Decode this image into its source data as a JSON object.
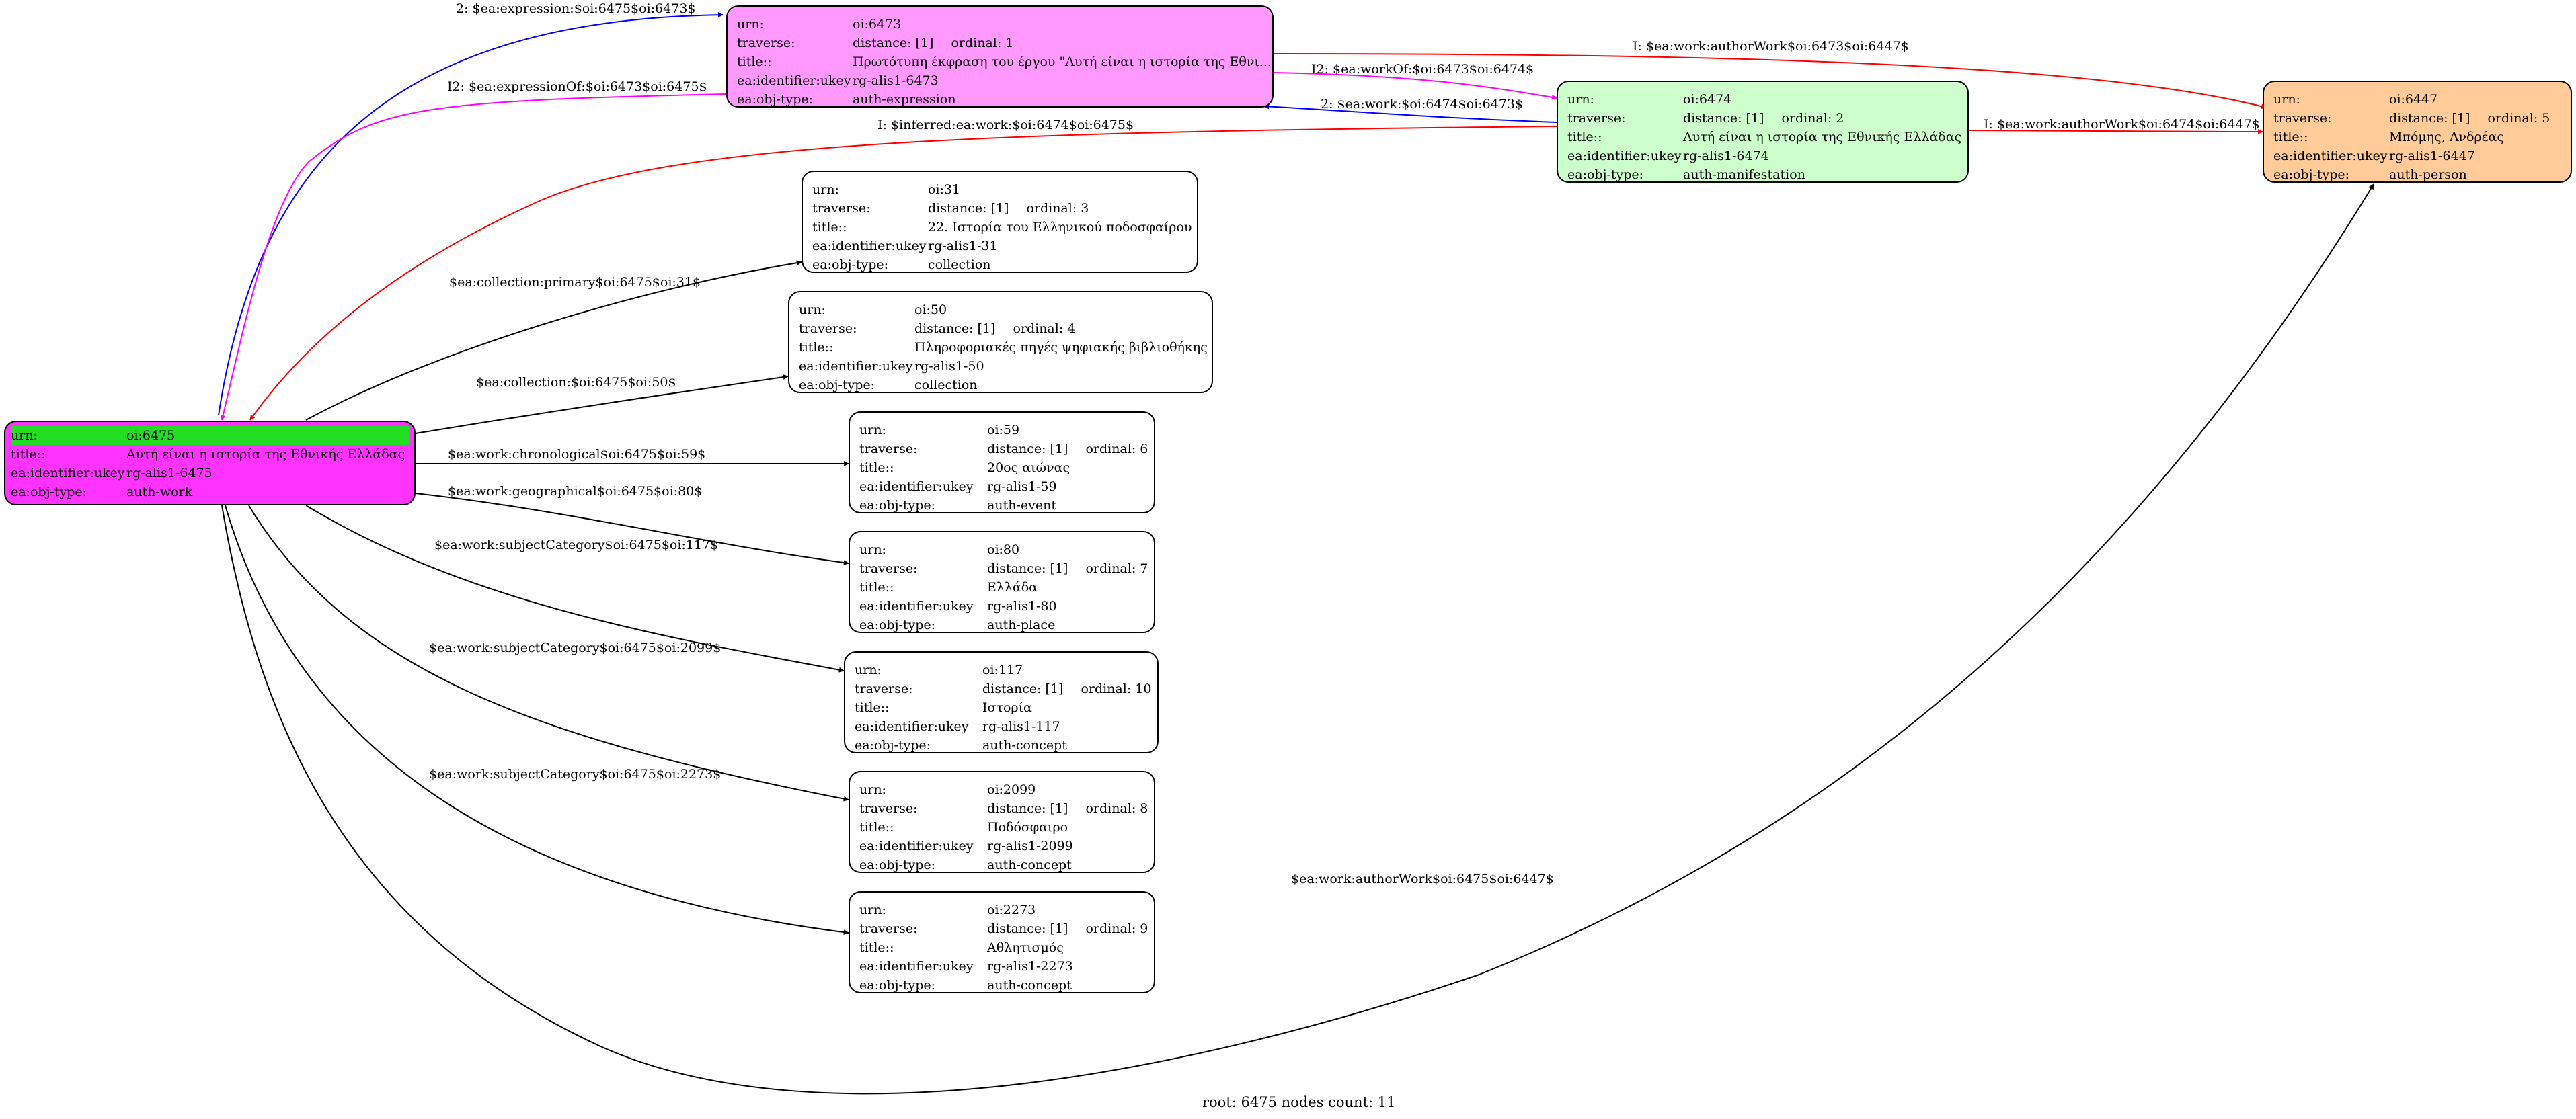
{
  "root": {
    "id": "n6475",
    "color": "#ff33ff",
    "highlight": "#22dd22",
    "rows": [
      {
        "k": "urn:",
        "v": "oi:6475"
      },
      {
        "k": "title::",
        "v": "Αυτή είναι η ιστορία της Εθνικής Ελλάδας"
      },
      {
        "k": "ea:identifier:ukey",
        "v": "rg-alis1-6475"
      },
      {
        "k": "ea:obj-type:",
        "v": "auth-work"
      }
    ]
  },
  "nodes": [
    {
      "id": "n6473",
      "color": "#ff99ff",
      "urn": "oi:6473",
      "distance": "distance: [1]",
      "ordinal": "ordinal: 1",
      "title": "Πρωτότυπη έκφραση του έργου \"Αυτή είναι η ιστορία της Εθνι...",
      "ukey": "rg-alis1-6473",
      "objtype": "auth-expression"
    },
    {
      "id": "n6474",
      "color": "#ccffcc",
      "urn": "oi:6474",
      "distance": "distance: [1]",
      "ordinal": "ordinal: 2",
      "title": "Αυτή είναι η ιστορία της Εθνικής Ελλάδας",
      "ukey": "rg-alis1-6474",
      "objtype": "auth-manifestation"
    },
    {
      "id": "n6447",
      "color": "#ffcc99",
      "urn": "oi:6447",
      "distance": "distance: [1]",
      "ordinal": "ordinal: 5",
      "title": "Μπόμης, Ανδρέας",
      "ukey": "rg-alis1-6447",
      "objtype": "auth-person"
    },
    {
      "id": "n31",
      "color": "#ffffff",
      "urn": "oi:31",
      "distance": "distance: [1]",
      "ordinal": "ordinal: 3",
      "title": "22. Ιστορία του Ελληνικού ποδοσφαίρου",
      "ukey": "rg-alis1-31",
      "objtype": "collection"
    },
    {
      "id": "n50",
      "color": "#ffffff",
      "urn": "oi:50",
      "distance": "distance: [1]",
      "ordinal": "ordinal: 4",
      "title": "Πληροφοριακές πηγές ψηφιακής βιβλιοθήκης",
      "ukey": "rg-alis1-50",
      "objtype": "collection"
    },
    {
      "id": "n59",
      "color": "#ffffff",
      "urn": "oi:59",
      "distance": "distance: [1]",
      "ordinal": "ordinal: 6",
      "title": "20ος αιώνας",
      "ukey": "rg-alis1-59",
      "objtype": "auth-event"
    },
    {
      "id": "n80",
      "color": "#ffffff",
      "urn": "oi:80",
      "distance": "distance: [1]",
      "ordinal": "ordinal: 7",
      "title": "Ελλάδα",
      "ukey": "rg-alis1-80",
      "objtype": "auth-place"
    },
    {
      "id": "n117",
      "color": "#ffffff",
      "urn": "oi:117",
      "distance": "distance: [1]",
      "ordinal": "ordinal: 10",
      "title": "Ιστορία",
      "ukey": "rg-alis1-117",
      "objtype": "auth-concept"
    },
    {
      "id": "n2099",
      "color": "#ffffff",
      "urn": "oi:2099",
      "distance": "distance: [1]",
      "ordinal": "ordinal: 8",
      "title": "Ποδόσφαιρο",
      "ukey": "rg-alis1-2099",
      "objtype": "auth-concept"
    },
    {
      "id": "n2273",
      "color": "#ffffff",
      "urn": "oi:2273",
      "distance": "distance: [1]",
      "ordinal": "ordinal: 9",
      "title": "Αθλητισμός",
      "ukey": "rg-alis1-2273",
      "objtype": "auth-concept"
    }
  ],
  "keys": {
    "urn": "urn:",
    "traverse": "traverse:",
    "title": "title::",
    "ukey": "ea:identifier:ukey",
    "objtype": "ea:obj-type:"
  },
  "edges": [
    {
      "id": "e1",
      "label": "2: $ea:expression:$oi:6475$oi:6473$",
      "color": "#0000ff"
    },
    {
      "id": "e2",
      "label": "I2: $ea:expressionOf:$oi:6473$oi:6475$",
      "color": "#ff00ff"
    },
    {
      "id": "e3",
      "label": "I: $ea:work:authorWork$oi:6473$oi:6447$",
      "color": "#ff0000"
    },
    {
      "id": "e4",
      "label": "I2: $ea:workOf:$oi:6473$oi:6474$",
      "color": "#ff00ff"
    },
    {
      "id": "e5",
      "label": "2: $ea:work:$oi:6474$oi:6473$",
      "color": "#0000ff"
    },
    {
      "id": "e6",
      "label": "I: $inferred:ea:work:$oi:6474$oi:6475$",
      "color": "#ff0000"
    },
    {
      "id": "e7",
      "label": "I: $ea:work:authorWork$oi:6474$oi:6447$",
      "color": "#ff0000"
    },
    {
      "id": "e8",
      "label": "$ea:collection:primary$oi:6475$oi:31$",
      "color": "#000000"
    },
    {
      "id": "e9",
      "label": "$ea:collection:$oi:6475$oi:50$",
      "color": "#000000"
    },
    {
      "id": "e10",
      "label": "$ea:work:chronological$oi:6475$oi:59$",
      "color": "#000000"
    },
    {
      "id": "e11",
      "label": "$ea:work:geographical$oi:6475$oi:80$",
      "color": "#000000"
    },
    {
      "id": "e12",
      "label": "$ea:work:subjectCategory$oi:6475$oi:117$",
      "color": "#000000"
    },
    {
      "id": "e13",
      "label": "$ea:work:subjectCategory$oi:6475$oi:2099$",
      "color": "#000000"
    },
    {
      "id": "e14",
      "label": "$ea:work:subjectCategory$oi:6475$oi:2273$",
      "color": "#000000"
    },
    {
      "id": "e15",
      "label": "$ea:work:authorWork$oi:6475$oi:6447$",
      "color": "#000000"
    }
  ],
  "footer": "root: 6475 nodes count: 11"
}
